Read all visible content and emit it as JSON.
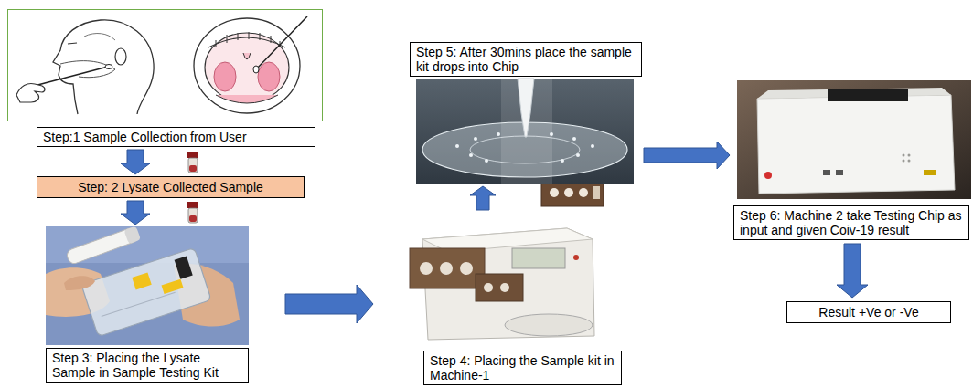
{
  "diagram": {
    "nodes": [
      {
        "text": [
          "Step:1 Sample Collection from User"
        ]
      },
      {
        "text": [
          "Step: 2 Lysate Collected Sample"
        ]
      },
      {
        "text": [
          "Step 3: Placing the Lysate Sample in Sample Testing Kit"
        ]
      },
      {
        "text": [
          "Step 4: Placing the Sample kit in Machine-1"
        ]
      },
      {
        "text": [
          "Step 5: After 30mins place the sample kit drops into Chip"
        ]
      },
      {
        "text": [
          "Step 6: Machine 2 take Testing Chip as input and given Coiv-19 result"
        ]
      },
      {
        "text": [
          "Result +Ve or -Ve"
        ]
      }
    ],
    "edges": [
      {
        "from": 0,
        "to": 1,
        "arrow": "to"
      },
      {
        "from": 1,
        "to": 2,
        "arrow": "to"
      },
      {
        "from": 2,
        "to": 3,
        "arrow": "to"
      },
      {
        "from": 3,
        "to": 4,
        "arrow": "to"
      },
      {
        "from": 4,
        "to": 5,
        "arrow": "to"
      },
      {
        "from": 5,
        "to": 6,
        "arrow": "to"
      }
    ]
  }
}
